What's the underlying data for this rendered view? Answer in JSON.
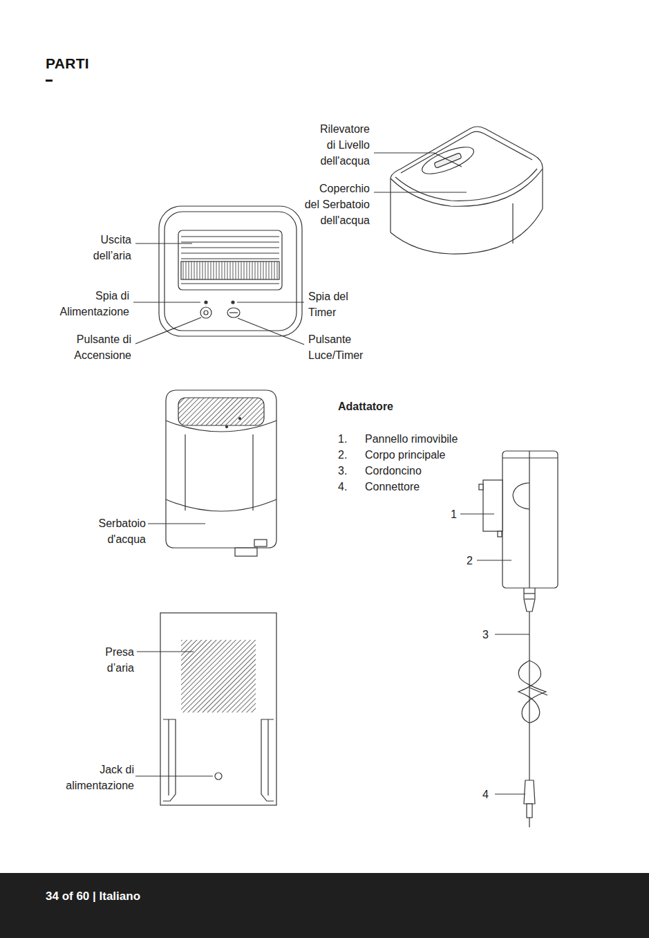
{
  "diagram": {
    "title": "PARTI",
    "nodes": [
      {
        "text": [
          "34 of 60 | Italiano"
        ]
      }
    ],
    "labels": [
      "Rilevatore di Livello dell'acqua",
      "Coperchio del Serbatoio dell'acqua",
      "Uscita dell’aria",
      "Spia di Alimentazione",
      "Spia del Timer",
      "Pulsante di Accensione",
      "Pulsante Luce/Timer",
      "Serbatoio d'acqua",
      "Adattatore",
      "1.",
      "Pannello rimovibile",
      "2.",
      "Corpo principale",
      "3.",
      "Cordoncino",
      "4.",
      "Connettore",
      "1",
      "2",
      "3",
      "4",
      "Presa d’aria",
      "Jack di alimentazione"
    ]
  }
}
